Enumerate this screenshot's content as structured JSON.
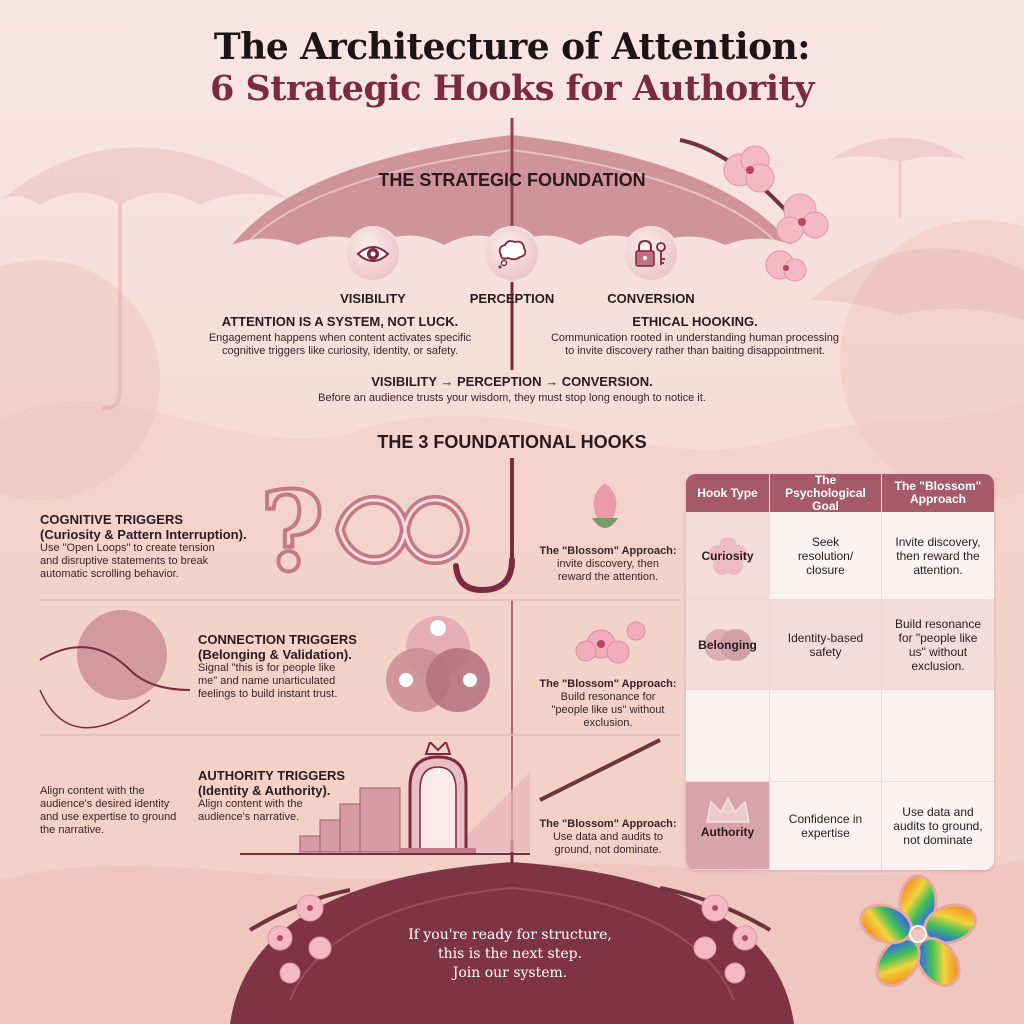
{
  "header": {
    "title_line1": "The Architecture of Attention:",
    "title_line2": "6 Strategic Hooks for Authority"
  },
  "foundation": {
    "heading": "THE STRATEGIC FOUNDATION",
    "pillars": [
      {
        "label": "VISIBILITY",
        "icon": "eye-icon"
      },
      {
        "label": "PERCEPTION",
        "icon": "thought-bubble-icon"
      },
      {
        "label": "CONVERSION",
        "icon": "lock-key-icon"
      }
    ],
    "left_block": {
      "title": "ATTENTION IS A SYSTEM, NOT LUCK.",
      "line1": "Engagement happens when content activates specific",
      "line2": "cognitive triggers like curiosity, identity, or safety."
    },
    "right_block": {
      "title": "ETHICAL HOOKING.",
      "line1": "Communication rooted in understanding human processing",
      "line2": "to invite discovery rather than baiting disappointment."
    },
    "flow": {
      "title": "VISIBILITY → PERCEPTION → CONVERSION.",
      "body": "Before an audience trusts your wisdom, they must stop long enough to notice it."
    }
  },
  "hooks": {
    "heading": "THE 3 FOUNDATIONAL HOOKS",
    "cognitive": {
      "title1": "COGNITIVE TRIGGERS",
      "title2": "(Curiosity & Pattern Interruption).",
      "body1": "Use \"Open Loops\" to create tension",
      "body2": "and disruptive statements to break",
      "body3": "automatic scrolling behavior.",
      "blossom_title": "The \"Blossom\" Approach:",
      "blossom1": "invite discovery, then",
      "blossom2": "reward the attention."
    },
    "connection": {
      "title1": "CONNECTION TRIGGERS",
      "title2": "(Belonging & Validation).",
      "body1": "Signal \"this is for people like",
      "body2": "me\" and name unarticulated",
      "body3": "feelings to build instant trust.",
      "blossom_title": "The \"Blossom\" Approach:",
      "blossom1": "Build resonance for",
      "blossom2": "\"people like us\" without",
      "blossom3": "exclusion."
    },
    "authority": {
      "title1": "AUTHORITY TRIGGERS",
      "title2": "(Identity & Authority).",
      "body1": "Align content with the",
      "body2": "audience's narrative.",
      "left1": "Align content with the",
      "left2": "audience's desired identity",
      "left3": "and use expertise to ground",
      "left4": "the narrative.",
      "blossom_title": "The \"Blossom\" Approach:",
      "blossom1": "Use data and audits to",
      "blossom2": "ground, not dominate."
    }
  },
  "table": {
    "headers": [
      "Hook Type",
      "The Psychological Goal",
      "The \"Blossom\" Approach"
    ],
    "rows": [
      {
        "hook": "Curiosity",
        "goal": "Seek resolution/ closure",
        "approach": "Invite discovery, then reward the attention."
      },
      {
        "hook": "Belonging",
        "goal": "Identity-based safety",
        "approach": "Build resonance for \"people like us\" without exclusion."
      },
      {
        "hook": "",
        "goal": "",
        "approach": ""
      },
      {
        "hook": "Authority",
        "goal": "Confidence in expertise",
        "approach": "Use data and audits to ground, not dominate"
      }
    ]
  },
  "cta": {
    "line1": "If you're ready for structure,",
    "line2": "this is the next step.",
    "line3": "Join our system."
  },
  "colors": {
    "accent": "#7a2b3f",
    "umbrella": "#c98c94",
    "table_header": "#a45a68",
    "background": "#f6dcd6"
  }
}
